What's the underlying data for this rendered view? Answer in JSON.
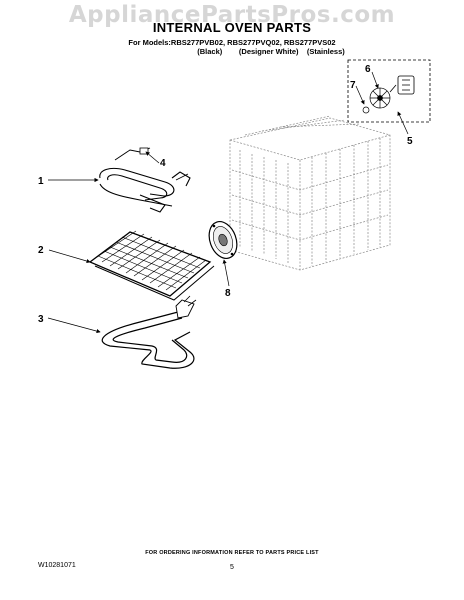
{
  "watermark": "AppliancePartsPros.com",
  "header": {
    "title": "INTERNAL OVEN PARTS",
    "models_line": "For Models:RBS277PVB02, RBS277PVQ02, RBS277PVS02",
    "variants_line": "(Black)        (Designer White)    (Stainless)"
  },
  "callouts": [
    "1",
    "2",
    "3",
    "4",
    "5",
    "6",
    "7",
    "8"
  ],
  "footer": {
    "ordering_note": "FOR ORDERING INFORMATION REFER TO PARTS PRICE LIST",
    "document_number": "W10281071",
    "page_number": "5"
  }
}
